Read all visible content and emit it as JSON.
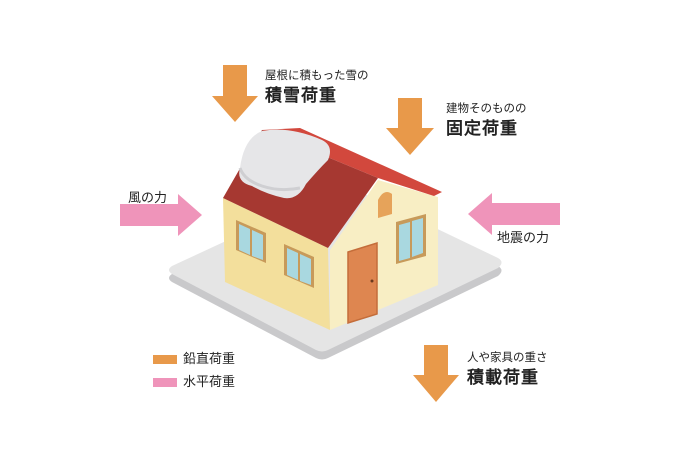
{
  "colors": {
    "vertical": "#e8994a",
    "horizontal": "#ef94ba",
    "roof_dark": "#a63831",
    "roof_light": "#d2483d",
    "wall": "#f3df9c",
    "gable": "#f8eec4",
    "window": "#a9d8e0",
    "door": "#de8650",
    "snow": "#e6e6e8",
    "base": "#e5e5e5"
  },
  "loads": {
    "snow": {
      "caption": "屋根に積もった雪の",
      "title": "積雪荷重",
      "icon": "arrow-down-icon"
    },
    "dead": {
      "caption": "建物そのものの",
      "title": "固定荷重",
      "icon": "arrow-down-icon"
    },
    "live": {
      "caption": "人や家具の重さ",
      "title": "積載荷重",
      "icon": "arrow-down-icon"
    },
    "wind": {
      "label": "風の力",
      "icon": "arrow-right-icon"
    },
    "earthquake": {
      "label": "地震の力",
      "icon": "arrow-left-icon"
    }
  },
  "legend": [
    {
      "label": "鉛直荷重",
      "color": "#e8994a"
    },
    {
      "label": "水平荷重",
      "color": "#ef94ba"
    }
  ]
}
